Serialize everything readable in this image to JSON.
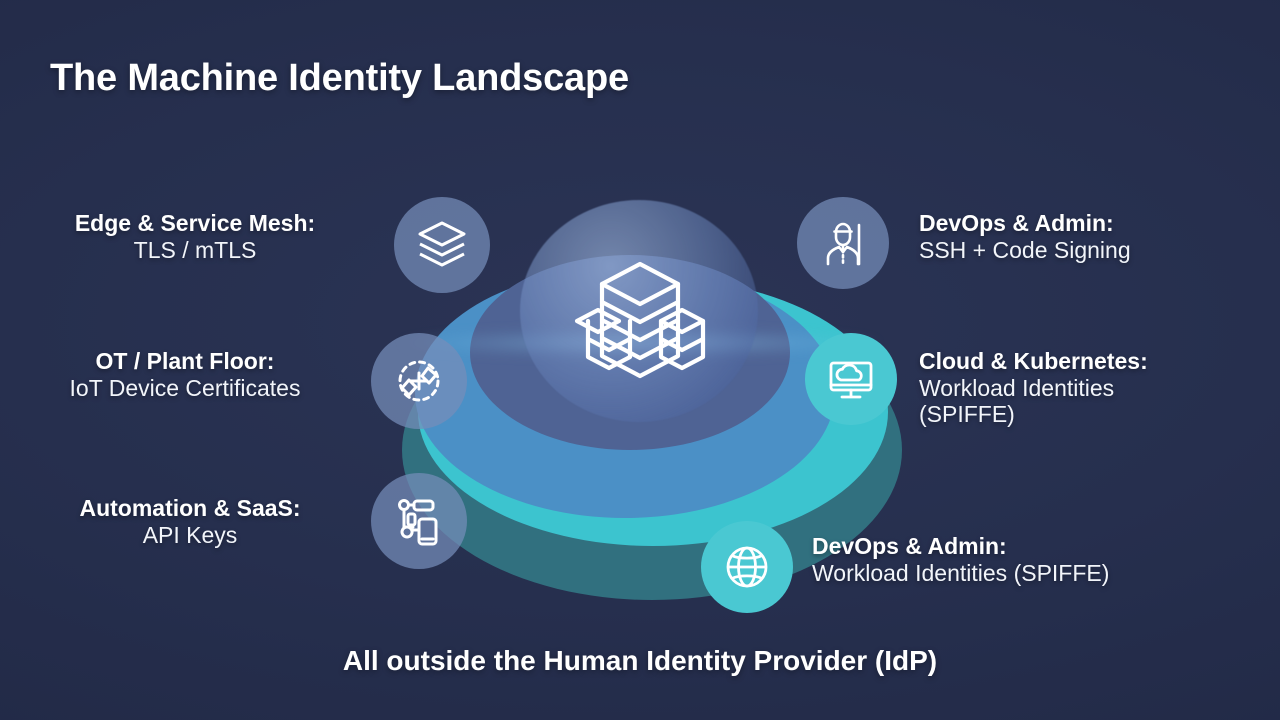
{
  "slide": {
    "title": "The Machine Identity Landscape",
    "footer": "All outside the Human Identity Provider (IdP)",
    "background_color": "#262f4e"
  },
  "center": {
    "icon": "isometric-blocks-icon",
    "colors": {
      "sphere": "#7089c2",
      "inner_disc": "#4f6394",
      "blue_disc": "#4b90c6",
      "mid_disc": "#3cc4cf",
      "outer_disc": "#31707f"
    }
  },
  "nodes": [
    {
      "id": "edge-service-mesh",
      "side": "left",
      "icon": "layers-icon",
      "circle_color": "#768eba",
      "heading": "Edge & Service Mesh:",
      "subtext": "TLS / mTLS"
    },
    {
      "id": "ot-plant-floor",
      "side": "left",
      "icon": "dashed-target-plus-icon",
      "circle_color": "#768eba",
      "heading": "OT / Plant Floor:",
      "subtext": "IoT Device Certificates"
    },
    {
      "id": "automation-saas",
      "side": "left",
      "icon": "automation-workflow-icon",
      "circle_color": "#768eba",
      "heading": "Automation & SaaS:",
      "subtext": "API Keys"
    },
    {
      "id": "devops-admin-ssh",
      "side": "right",
      "icon": "admin-person-icon",
      "circle_color": "#768eba",
      "heading": "DevOps & Admin:",
      "subtext": "SSH + Code Signing"
    },
    {
      "id": "cloud-kubernetes",
      "side": "right",
      "icon": "cloud-monitor-icon",
      "circle_color": "#4ac8d2",
      "heading": "Cloud & Kubernetes:",
      "subtext": "Workload Identities",
      "subtext2": "(SPIFFE)"
    },
    {
      "id": "devops-admin-workload",
      "side": "right",
      "icon": "globe-icon",
      "circle_color": "#4ac8d2",
      "heading": "DevOps & Admin:",
      "subtext": "Workload Identities (SPIFFE)"
    }
  ]
}
